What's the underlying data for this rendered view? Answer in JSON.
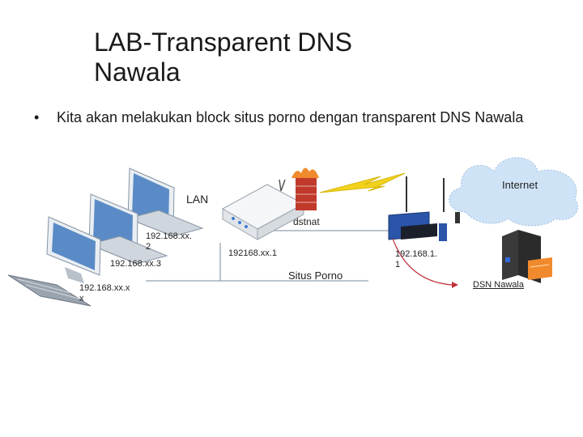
{
  "slide": {
    "title_line1": "LAB-Transparent  DNS",
    "title_line2": "Nawala",
    "bullet_marker": "•",
    "bullet_text": "Kita akan melakukan block situs porno dengan transparent DNS Nawala"
  },
  "diagram": {
    "labels": {
      "lan": "LAN",
      "internet": "Internet",
      "dstnat": "dstnat",
      "ip_client2": "192.168.xx.",
      "ip_client2_suffix": "2",
      "ip_client3": "192.168.xx.3",
      "ip_clientx": "192.168.xx.x",
      "ip_clientx_suffix": "x",
      "ip_router_lan": "192168.xx.1",
      "ip_modem": "192.168.1.",
      "ip_modem_suffix": "1",
      "situs_porno": "Situs Porno",
      "dns_nawala": "DSN Nawala"
    },
    "colors": {
      "cloud": "#cfe3f7",
      "lightning": "#f2d21c",
      "firewall": "#c0392b",
      "server": "#2b2b2b",
      "arrow": "#c0303a",
      "device_blue": "#2a55a8"
    },
    "icons": [
      "laptop-icon",
      "keyboard-icon",
      "router-icon",
      "firewall-icon",
      "lightning-icon",
      "cloud-icon",
      "wireless-modem-icon",
      "server-icon"
    ]
  }
}
